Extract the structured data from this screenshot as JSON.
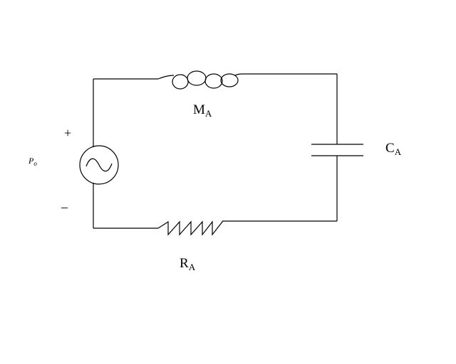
{
  "source": {
    "label_main": "P",
    "label_sub": "o",
    "plus_sign": "+",
    "minus_sign": "–"
  },
  "inductor": {
    "label_main": "M",
    "label_sub": "A"
  },
  "capacitor": {
    "label_main": "C",
    "label_sub": "A"
  },
  "resistor": {
    "label_main": "R",
    "label_sub": "A"
  }
}
